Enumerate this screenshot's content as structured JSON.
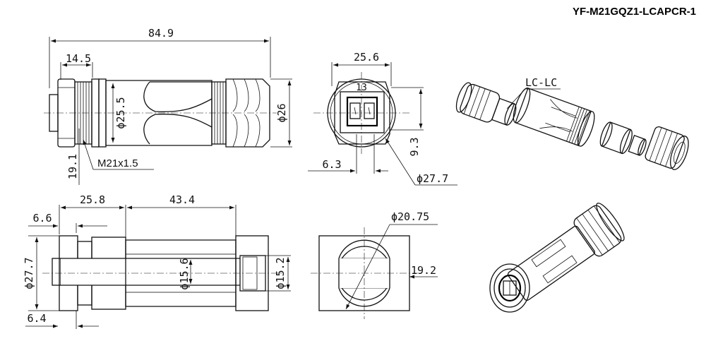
{
  "part_number": "YF-M21GQZ1-LCAPCR-1",
  "side_view": {
    "overall_length": "84.9",
    "flange_length": "14.5",
    "body_diameter": "ϕ25.5",
    "nut_diameter": "ϕ26",
    "flange_height": "19.1",
    "thread": "M21x1.5"
  },
  "front_view": {
    "width": "25.6",
    "key_height": "9.3",
    "port_offset": "6.3",
    "outer_diameter": "ϕ27.7"
  },
  "section_view": {
    "flange_length": "25.8",
    "body_length": "43.4",
    "flange_thickness": "6.6",
    "outer_diameter": "ϕ27.7",
    "bore_diameter": "ϕ15.6",
    "nut_bore_diameter": "ϕ15.2",
    "bottom_offset": "6.4"
  },
  "panel_cutout": {
    "hole_diameter": "ϕ20.75",
    "flat_width": "19.2"
  },
  "exploded_view": {
    "label": "LC-LC"
  }
}
